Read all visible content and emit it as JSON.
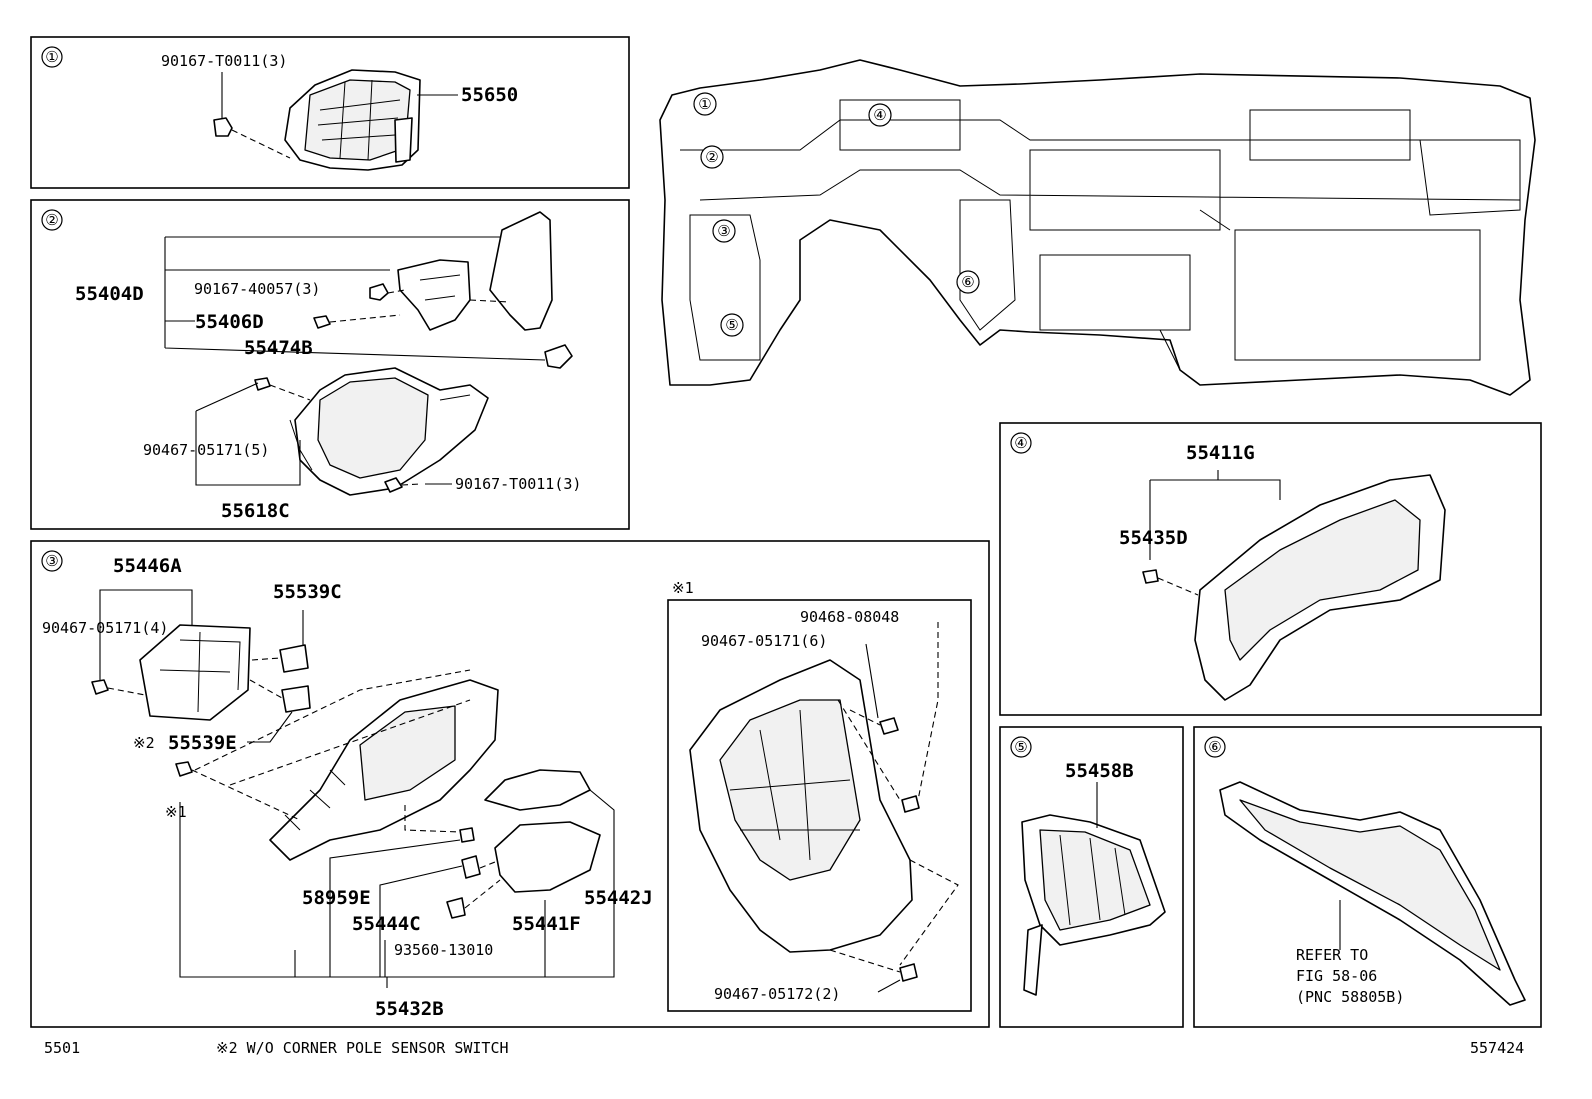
{
  "section_markers": [
    "①",
    "②",
    "③",
    "④",
    "⑤",
    "⑥"
  ],
  "reference_mark": "※1",
  "note_mark": "※2",
  "section1": {
    "parts": [
      "90167-T0011(3)",
      "55650"
    ]
  },
  "section2": {
    "parts": [
      "55404D",
      "90167-40057(3)",
      "55406D",
      "55474B",
      "90467-05171(5)",
      "90167-T0011(3)",
      "55618C"
    ]
  },
  "section3": {
    "parts": [
      "55446A",
      "55539C",
      "90467-05171(4)",
      "55539E",
      "58959E",
      "55444C",
      "93560-13010",
      "55441F",
      "55442J",
      "55432B"
    ]
  },
  "section3_inset": {
    "parts": [
      "90468-08048",
      "90467-05171(6)",
      "90467-05172(2)"
    ]
  },
  "section4": {
    "parts": [
      "55411G",
      "55435D"
    ]
  },
  "section5": {
    "parts": [
      "55458B"
    ]
  },
  "section6": {
    "refer_lines": [
      "REFER TO",
      "FIG 58-06",
      "(PNC 58805B)"
    ]
  },
  "footer": {
    "left_code": "5501",
    "note": "※2 W/O CORNER POLE SENSOR SWITCH",
    "right_code": "557424"
  },
  "icons": [
    "section-circle-icon"
  ]
}
